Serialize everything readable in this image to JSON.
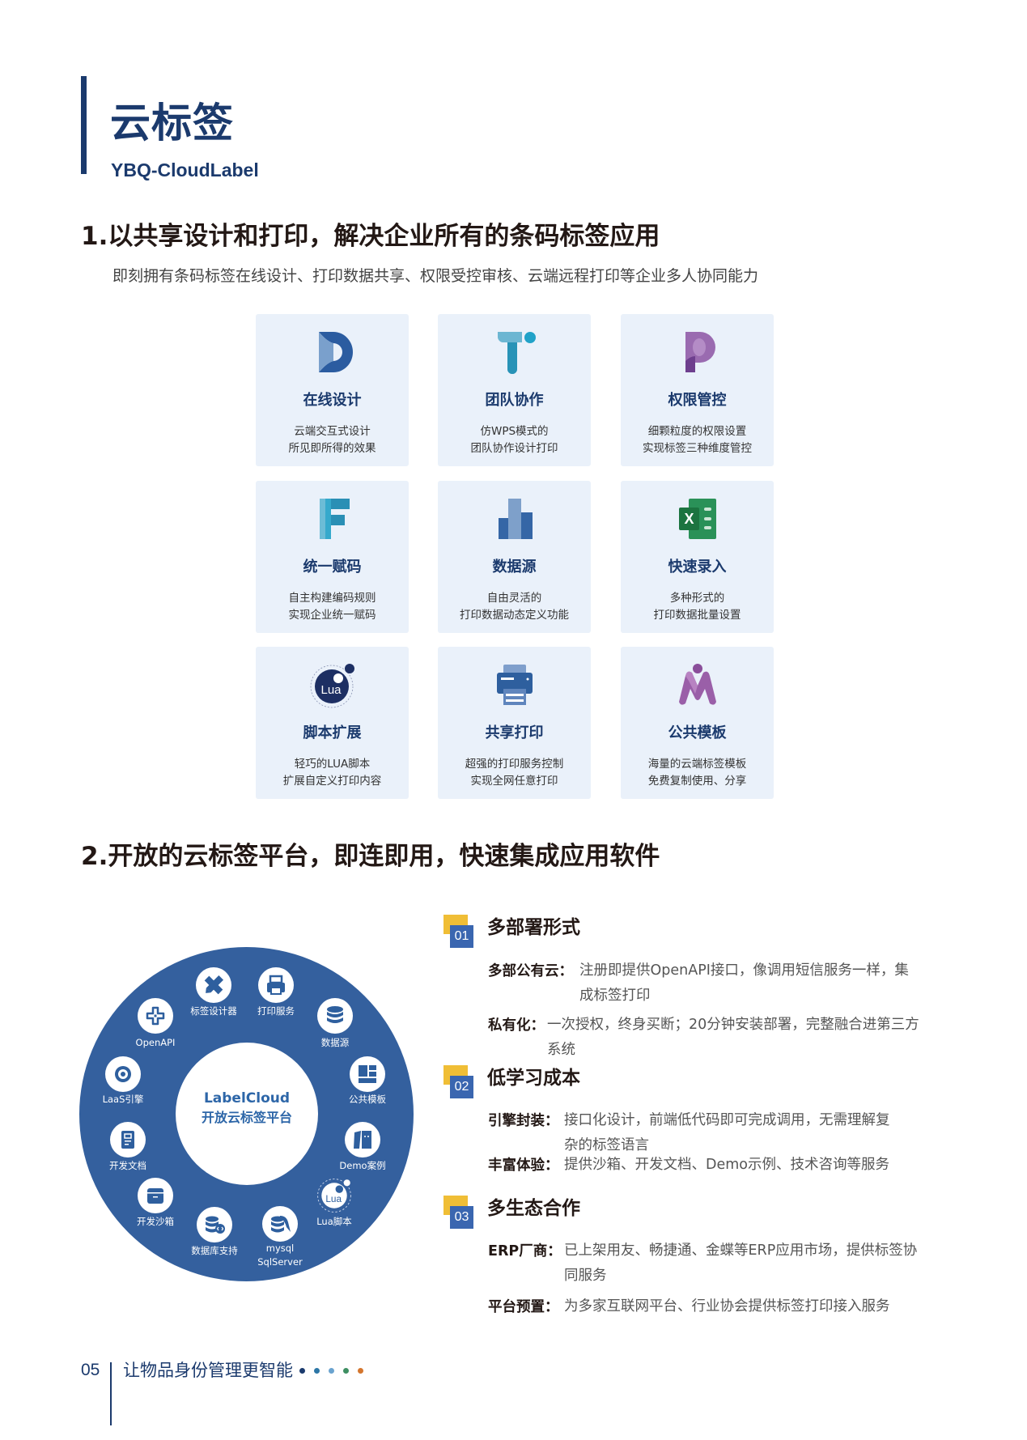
{
  "header": {
    "title": "云标签",
    "subtitle": "YBQ-CloudLabel"
  },
  "section1": {
    "heading": "1.以共享设计和打印，解决企业所有的条码标签应用",
    "description": "即刻拥有条码标签在线设计、打印数据共享、权限受控审核、云端远程打印等企业多人协同能力",
    "cards": [
      {
        "icon": "design-d-icon",
        "title": "在线设计",
        "desc1": "云端交互式设计",
        "desc2": "所见即所得的效果"
      },
      {
        "icon": "team-t-icon",
        "title": "团队协作",
        "desc1": "仿WPS模式的",
        "desc2": "团队协作设计打印"
      },
      {
        "icon": "permission-p-icon",
        "title": "权限管控",
        "desc1": "细颗粒度的权限设置",
        "desc2": "实现标签三种维度管控"
      },
      {
        "icon": "unified-f-icon",
        "title": "统一赋码",
        "desc1": "自主构建编码规则",
        "desc2": "实现企业统一赋码"
      },
      {
        "icon": "bar-chart-icon",
        "title": "数据源",
        "desc1": "自由灵活的",
        "desc2": "打印数据动态定义功能"
      },
      {
        "icon": "excel-icon",
        "title": "快速录入",
        "desc1": "多种形式的",
        "desc2": "打印数据批量设置"
      },
      {
        "icon": "lua-icon",
        "title": "脚本扩展",
        "desc1": "轻巧的LUA脚本",
        "desc2": "扩展自定义打印内容"
      },
      {
        "icon": "printer-icon",
        "title": "共享打印",
        "desc1": "超强的打印服务控制",
        "desc2": "实现全网任意打印"
      },
      {
        "icon": "template-m-icon",
        "title": "公共模板",
        "desc1": "海量的云端标签模板",
        "desc2": "免费复制使用、分享"
      }
    ]
  },
  "section2": {
    "heading": "2.开放的云标签平台，即连即用，快速集成应用软件",
    "hub": {
      "line1": "LabelCloud",
      "line2": "开放云标签平台"
    },
    "ring_items": [
      {
        "label": "标签设计器",
        "icon": "pencil-ruler-icon"
      },
      {
        "label": "打印服务",
        "icon": "printer-icon"
      },
      {
        "label": "数据源",
        "icon": "database-icon"
      },
      {
        "label": "公共模板",
        "icon": "layout-template-icon"
      },
      {
        "label": "Demo案例",
        "icon": "book-icon"
      },
      {
        "label": "Lua脚本",
        "icon": "lua-icon"
      },
      {
        "label": "mysql",
        "label2": "SqlServer",
        "icon": "mysql-database-icon"
      },
      {
        "label": "数据库支持",
        "icon": "database-code-icon"
      },
      {
        "label": "开发沙箱",
        "icon": "box-icon"
      },
      {
        "label": "开发文档",
        "icon": "document-icon"
      },
      {
        "label": "LaaS引擎",
        "icon": "swirl-engine-icon"
      },
      {
        "label": "OpenAPI",
        "icon": "api-knot-icon"
      }
    ],
    "features": [
      {
        "num": "01",
        "title": "多部署形式",
        "items": [
          {
            "label": "多部公有云：",
            "text": "注册即提供OpenAPI接口，像调用短信服务一样，集成标签打印"
          },
          {
            "label": "私有化：",
            "text": "一次授权，终身买断；20分钟安装部署，完整融合进第三方系统"
          }
        ]
      },
      {
        "num": "02",
        "title": "低学习成本",
        "items": [
          {
            "label": "引擎封装：",
            "text": "接口化设计，前端低代码即可完成调用，无需理解复杂的标签语言"
          },
          {
            "label": "丰富体验：",
            "text": "提供沙箱、开发文档、Demo示例、技术咨询等服务"
          }
        ]
      },
      {
        "num": "03",
        "title": "多生态合作",
        "items": [
          {
            "label": "ERP厂商：",
            "text": "已上架用友、畅捷通、金蝶等ERP应用市场，提供标签协同服务"
          },
          {
            "label": "平台预置：",
            "text": "为多家互联网平台、行业协会提供标签打印接入服务"
          }
        ]
      }
    ]
  },
  "footer": {
    "page_number": "05",
    "slogan": "让物品身份管理更智能",
    "dot_colors": [
      "#1b3a6d",
      "#2c76a6",
      "#6aa3cf",
      "#3e8f62",
      "#d4762e"
    ]
  },
  "colors": {
    "brand_navy": "#1b3a6d",
    "ring_blue": "#34609e",
    "card_bg": "#eaf1fa",
    "badge_yellow": "#f0be36",
    "badge_blue": "#3a66b0"
  }
}
